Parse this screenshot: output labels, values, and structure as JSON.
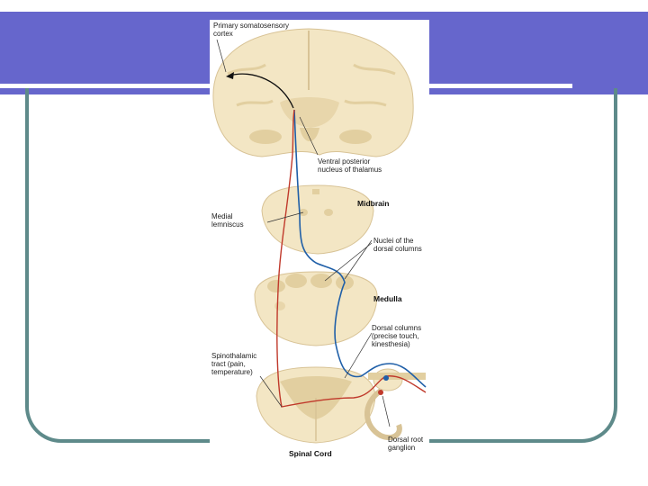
{
  "labels": {
    "cortex": "Primary somatosensory\ncortex",
    "thalamus": "Ventral posterior\nnucleus of thalamus",
    "midbrain": "Midbrain",
    "lemniscus": "Medial\nlemniscus",
    "nuclei": "Nuclei of the\ndorsal columns",
    "medulla": "Medulla",
    "dorsal_columns": "Dorsal columns\n(precise touch,\nkinesthesia)",
    "spinothalamic": "Spinothalamic\ntract (pain,\ntemperature)",
    "ganglion": "Dorsal root\nganglion",
    "spinal_cord": "Spinal Cord"
  },
  "colors": {
    "title_band": "#6666cc",
    "frame": "#5e8a8a",
    "tissue": "#f3e6c4",
    "tissue_dark": "#e2cfa0",
    "pathway_blue": "#1f5fa8",
    "pathway_red": "#c0392b"
  }
}
